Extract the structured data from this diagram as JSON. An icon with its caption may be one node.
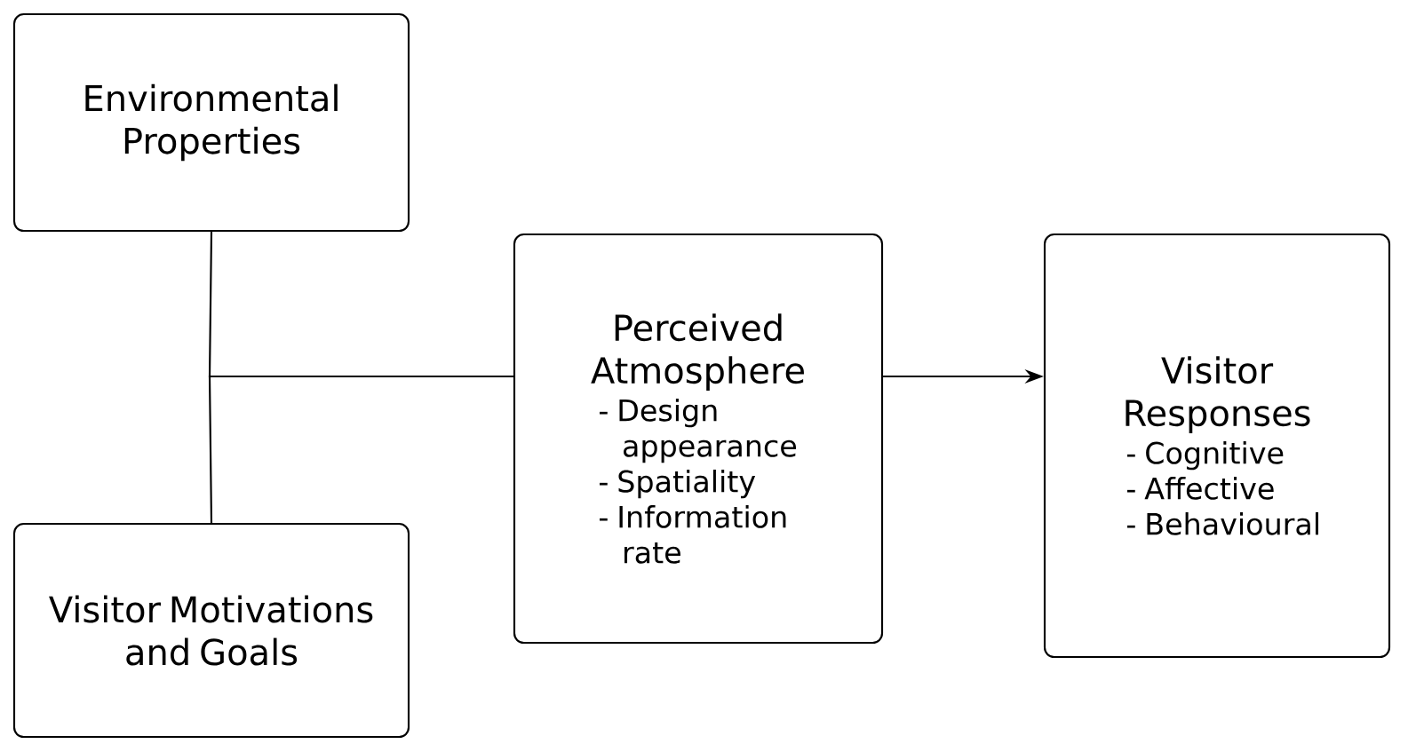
{
  "diagram": {
    "nodes": [
      {
        "text": [
          "Environmental Properties"
        ]
      },
      {
        "text": [
          "Visitor Motivations and Goals"
        ]
      },
      {
        "text": [
          "Perceived Atmosphere",
          "- Design appearance",
          "- Spatiality",
          "- Information rate"
        ]
      },
      {
        "text": [
          "Visitor Responses",
          "- Cognitive",
          "- Affective",
          "- Behavioural"
        ]
      }
    ],
    "edges": [
      {
        "from": 0,
        "to": 2,
        "arrow": "none"
      },
      {
        "from": 1,
        "to": 2,
        "arrow": "none"
      },
      {
        "from": 2,
        "to": 3,
        "arrow": "to"
      }
    ]
  }
}
